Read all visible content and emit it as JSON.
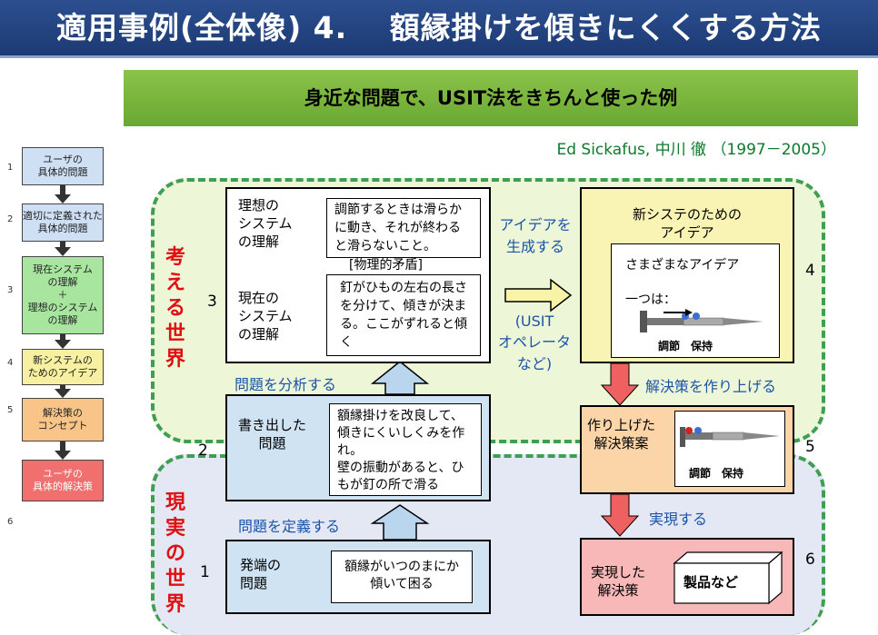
{
  "header": {
    "title": "適用事例(全体像) 4.　 額縁掛けを傾きにくくする方法",
    "subtitle": "身近な問題で、USIT法をきちんと使った例",
    "credit": "Ed Sickafus, 中川 徹 （1997－2005）"
  },
  "sidebar": {
    "steps": [
      {
        "num": "1",
        "label": "ユーザの\n具体的問題",
        "color": "#cfe0f5"
      },
      {
        "num": "2",
        "label": "適切に定義された\n具体的問題",
        "color": "#cfe0f5"
      },
      {
        "num": "3",
        "label": "現在システム\nの理解\n＋\n理想のシステム\nの理解",
        "color": "#a8e6a0"
      },
      {
        "num": "4",
        "label": "新システムの\nためのアイデア",
        "color": "#f6f0a0"
      },
      {
        "num": "5",
        "label": "解決策の\nコンセプト",
        "color": "#f8c488"
      },
      {
        "num": "6",
        "label": "ユーザの\n具体的解決策",
        "color": "#f07070"
      }
    ]
  },
  "diagram": {
    "think_world_label": "考える世界",
    "real_world_label": "現実の世界",
    "step_numbers": {
      "n1": "1",
      "n2": "2",
      "n3": "3",
      "n4": "4",
      "n5": "5",
      "n6": "6"
    },
    "understanding": {
      "ideal_label": "理想の\nシステム\nの理解",
      "ideal_text": "調節するときは滑らかに動き、それが終わると滑らないこと。",
      "contradiction": "[物理的矛盾]",
      "current_label": "現在の\nシステム\nの理解",
      "current_text": "釘がひもの左右の長さを分けて、傾きが決まる。ここがずれると傾く"
    },
    "written": {
      "label": "書き出した\n問題",
      "text": "額縁掛けを改良して、傾きにくいしくみを作れ。\n壁の振動があると、ひもが釘の所で滑る"
    },
    "origin": {
      "label": "発端の\n問題",
      "text": "額縁がいつのまにか傾いて困る"
    },
    "ideas": {
      "title": "新システのための\nアイデア",
      "line1": "さまざまなアイデア",
      "line2": "一つは：",
      "caption": "調節　保持"
    },
    "built": {
      "label": "作り上げた\n解決策案",
      "caption": "調節　保持"
    },
    "realized": {
      "label": "実現した\n解決策",
      "product": "製品など"
    },
    "arrows": {
      "generate": "アイデアを\n生成する",
      "operators": "(USIT\nオペレータ\nなど)",
      "analyze": "問題を分析する",
      "define": "問題を定義する",
      "build": "解決策を作り上げる",
      "realize": "実現する"
    }
  }
}
